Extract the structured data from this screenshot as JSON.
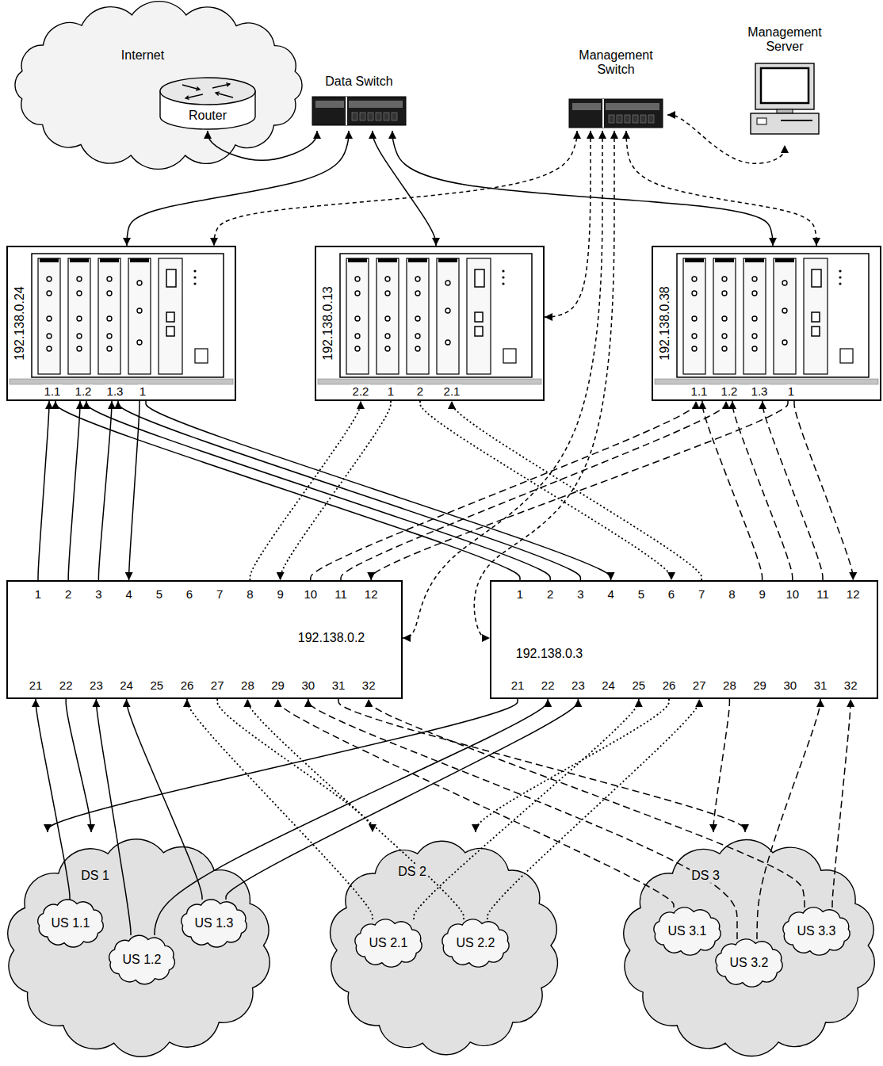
{
  "diagram": {
    "nodes": [
      {
        "text": [
          "Internet"
        ]
      },
      {
        "text": [
          "Router"
        ],
        "in": 0
      },
      {
        "text": [
          "Data Switch"
        ]
      },
      {
        "text": [
          "Management Switch"
        ]
      },
      {
        "text": [
          "Management Server"
        ]
      },
      {
        "text": [
          "192.138.0.24",
          "1.1",
          "1.2",
          "1.3",
          "1"
        ]
      },
      {
        "text": [
          "192.138.0.13",
          "2.2",
          "1",
          "2",
          "2.1"
        ]
      },
      {
        "text": [
          "192.138.0.38",
          "1.1",
          "1.2",
          "1.3",
          "1"
        ]
      },
      {
        "text": [
          "192.138.0.2",
          "1",
          "2",
          "3",
          "4",
          "5",
          "6",
          "7",
          "8",
          "9",
          "10",
          "11",
          "12",
          "21",
          "22",
          "23",
          "24",
          "25",
          "26",
          "27",
          "28",
          "29",
          "30",
          "31",
          "32"
        ]
      },
      {
        "text": [
          "192.138.0.3",
          "1",
          "2",
          "3",
          "4",
          "5",
          "6",
          "7",
          "8",
          "9",
          "10",
          "11",
          "12",
          "21",
          "22",
          "23",
          "24",
          "25",
          "26",
          "27",
          "28",
          "29",
          "30",
          "31",
          "32"
        ]
      },
      {
        "text": [
          "DS 1"
        ]
      },
      {
        "text": [
          "US 1.1"
        ],
        "in": 10
      },
      {
        "text": [
          "US 1.2"
        ],
        "in": 10
      },
      {
        "text": [
          "US 1.3"
        ],
        "in": 10
      },
      {
        "text": [
          "DS 2"
        ]
      },
      {
        "text": [
          "US 2.1"
        ],
        "in": 14
      },
      {
        "text": [
          "US 2.2"
        ],
        "in": 14
      },
      {
        "text": [
          "DS 3"
        ]
      },
      {
        "text": [
          "US 3.1"
        ],
        "in": 17
      },
      {
        "text": [
          "US 3.2"
        ],
        "in": 17
      },
      {
        "text": [
          "US 3.3"
        ],
        "in": 17
      }
    ],
    "edges": [
      {
        "from": 2,
        "to": 1,
        "arrow": "both"
      },
      {
        "from": 2,
        "to": 5,
        "arrow": "both"
      },
      {
        "from": 2,
        "to": 6,
        "arrow": "both"
      },
      {
        "from": 2,
        "to": 7,
        "arrow": "both"
      },
      {
        "from": 3,
        "to": 4,
        "arrow": "both"
      },
      {
        "from": 3,
        "to": 5,
        "arrow": "both"
      },
      {
        "from": 3,
        "to": 6,
        "arrow": "both"
      },
      {
        "from": 3,
        "to": 7,
        "arrow": "both"
      },
      {
        "from": 3,
        "to": 8,
        "arrow": "both"
      },
      {
        "from": 3,
        "to": 9,
        "arrow": "both"
      },
      {
        "from": 8,
        "to": 5,
        "arrow": "to"
      },
      {
        "from": 8,
        "to": 5,
        "arrow": "to"
      },
      {
        "from": 8,
        "to": 5,
        "arrow": "to"
      },
      {
        "from": 5,
        "to": 8,
        "arrow": "to"
      },
      {
        "from": 9,
        "to": 5,
        "arrow": "to"
      },
      {
        "from": 9,
        "to": 5,
        "arrow": "to"
      },
      {
        "from": 9,
        "to": 5,
        "arrow": "to"
      },
      {
        "from": 5,
        "to": 9,
        "arrow": "to"
      },
      {
        "from": 11,
        "to": 8,
        "arrow": "to"
      },
      {
        "from": 8,
        "to": 10,
        "arrow": "to"
      },
      {
        "from": 12,
        "to": 8,
        "arrow": "to"
      },
      {
        "from": 13,
        "to": 8,
        "arrow": "to"
      },
      {
        "from": 9,
        "to": 10,
        "arrow": "to"
      },
      {
        "from": 12,
        "to": 9,
        "arrow": "to"
      },
      {
        "from": 13,
        "to": 9,
        "arrow": "to"
      },
      {
        "from": 8,
        "to": 6,
        "arrow": "to"
      },
      {
        "from": 6,
        "to": 8,
        "arrow": "to"
      },
      {
        "from": 6,
        "to": 9,
        "arrow": "to"
      },
      {
        "from": 9,
        "to": 6,
        "arrow": "to"
      },
      {
        "from": 15,
        "to": 8,
        "arrow": "to"
      },
      {
        "from": 8,
        "to": 14,
        "arrow": "to"
      },
      {
        "from": 16,
        "to": 8,
        "arrow": "to"
      },
      {
        "from": 15,
        "to": 9,
        "arrow": "to"
      },
      {
        "from": 9,
        "to": 14,
        "arrow": "to"
      },
      {
        "from": 16,
        "to": 9,
        "arrow": "to"
      },
      {
        "from": 8,
        "to": 7,
        "arrow": "to"
      },
      {
        "from": 8,
        "to": 7,
        "arrow": "to"
      },
      {
        "from": 7,
        "to": 8,
        "arrow": "to"
      },
      {
        "from": 9,
        "to": 7,
        "arrow": "to"
      },
      {
        "from": 9,
        "to": 7,
        "arrow": "to"
      },
      {
        "from": 9,
        "to": 7,
        "arrow": "to"
      },
      {
        "from": 7,
        "to": 9,
        "arrow": "to"
      },
      {
        "from": 18,
        "to": 8,
        "arrow": "to"
      },
      {
        "from": 19,
        "to": 8,
        "arrow": "to"
      },
      {
        "from": 8,
        "to": 17,
        "arrow": "to"
      },
      {
        "from": 20,
        "to": 8,
        "arrow": "to"
      },
      {
        "from": 9,
        "to": 17,
        "arrow": "to"
      },
      {
        "from": 19,
        "to": 9,
        "arrow": "to"
      },
      {
        "from": 20,
        "to": 9,
        "arrow": "to"
      }
    ]
  }
}
